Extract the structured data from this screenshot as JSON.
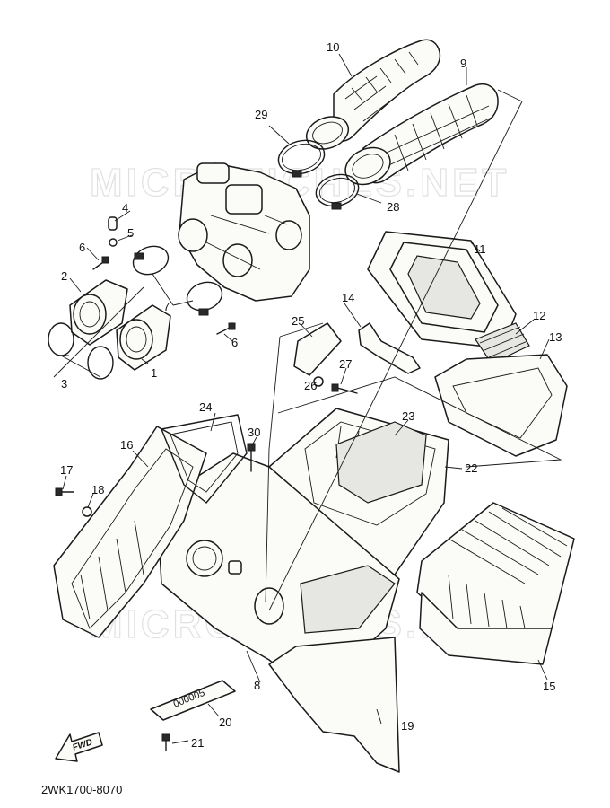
{
  "watermark": "MICROFICHES.NET",
  "diagram_code": "2WK1700-8070",
  "fwd_label": "FWD",
  "part_20_marking": "000005",
  "callouts": [
    {
      "id": "c1",
      "label": "1"
    },
    {
      "id": "c2",
      "label": "2"
    },
    {
      "id": "c3",
      "label": "3"
    },
    {
      "id": "c4",
      "label": "4"
    },
    {
      "id": "c5",
      "label": "5"
    },
    {
      "id": "c6a",
      "label": "6"
    },
    {
      "id": "c6b",
      "label": "6"
    },
    {
      "id": "c7",
      "label": "7"
    },
    {
      "id": "c8",
      "label": "8"
    },
    {
      "id": "c9",
      "label": "9"
    },
    {
      "id": "c10",
      "label": "10"
    },
    {
      "id": "c11",
      "label": "11"
    },
    {
      "id": "c12",
      "label": "12"
    },
    {
      "id": "c13",
      "label": "13"
    },
    {
      "id": "c14",
      "label": "14"
    },
    {
      "id": "c15",
      "label": "15"
    },
    {
      "id": "c16",
      "label": "16"
    },
    {
      "id": "c17",
      "label": "17"
    },
    {
      "id": "c18",
      "label": "18"
    },
    {
      "id": "c19",
      "label": "19"
    },
    {
      "id": "c20",
      "label": "20"
    },
    {
      "id": "c21",
      "label": "21"
    },
    {
      "id": "c22",
      "label": "22"
    },
    {
      "id": "c23",
      "label": "23"
    },
    {
      "id": "c24",
      "label": "24"
    },
    {
      "id": "c25",
      "label": "25"
    },
    {
      "id": "c26",
      "label": "26"
    },
    {
      "id": "c27",
      "label": "27"
    },
    {
      "id": "c28",
      "label": "28"
    },
    {
      "id": "c29",
      "label": "29"
    },
    {
      "id": "c30",
      "label": "30"
    }
  ]
}
